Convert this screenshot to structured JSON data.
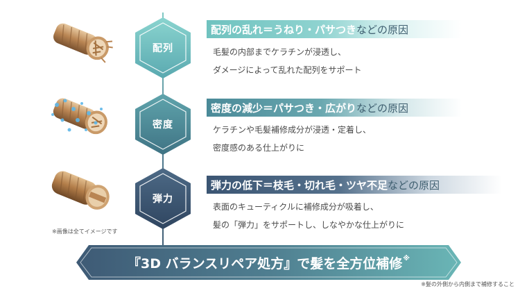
{
  "items": [
    {
      "hex_label": "配列",
      "heading_highlight": "配列の乱れ＝うねり・パサつき",
      "heading_tail": "などの原因",
      "desc_lines": [
        "毛髪の内部までケラチンが浸透し、",
        "ダメージによって乱れた配列をサポート"
      ]
    },
    {
      "hex_label": "密度",
      "heading_highlight": "密度の減少＝パサつき・広がり",
      "heading_tail": "などの原因",
      "desc_lines": [
        "ケラチンや毛髪補修成分が浸透・定着し、",
        "密度感のある仕上がりに"
      ]
    },
    {
      "hex_label": "弾力",
      "heading_highlight": "弾力の低下＝枝毛・切れ毛・ツヤ不足",
      "heading_tail": "などの原因",
      "desc_lines": [
        "表面のキューティクルに補修成分が吸着し、",
        "髪の「弾力」をサポートし、しなやかな仕上がりに"
      ]
    }
  ],
  "image_note": "※画像は全てイメージです",
  "banner": {
    "text": "『3D バランスリペア処方』で髪を全方位補修",
    "mark": "※"
  },
  "footnote": "※髪の外側から内側まで補修すること",
  "colors": {
    "teal_light": "#7fc9c4",
    "teal_mid": "#4f8e9c",
    "navy": "#3e5a72",
    "tail_text": "#3f5f70"
  }
}
